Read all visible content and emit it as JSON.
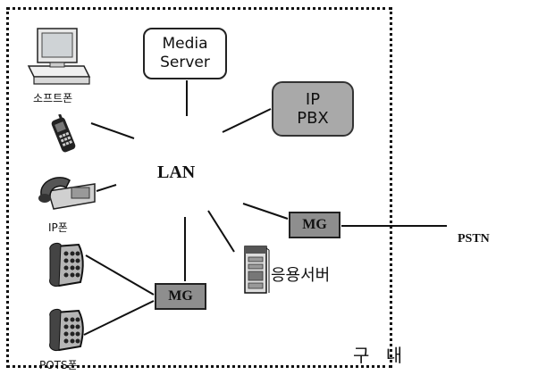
{
  "diagram": {
    "hub_label": "LAN",
    "media_server": "Media\nServer",
    "ip_pbx": "IP\nPBX",
    "mg_upper": "MG",
    "mg_lower": "MG",
    "pstn": "PSTN",
    "softphone": "소프트폰",
    "ip_phone": "IP폰",
    "pots_phone": "POTS폰",
    "app_server": "응용서버",
    "premises": "구 내"
  },
  "colors": {
    "mg_fill": "#8e8e8e",
    "pbx_fill": "#a9a9a9",
    "line": "#111111"
  }
}
